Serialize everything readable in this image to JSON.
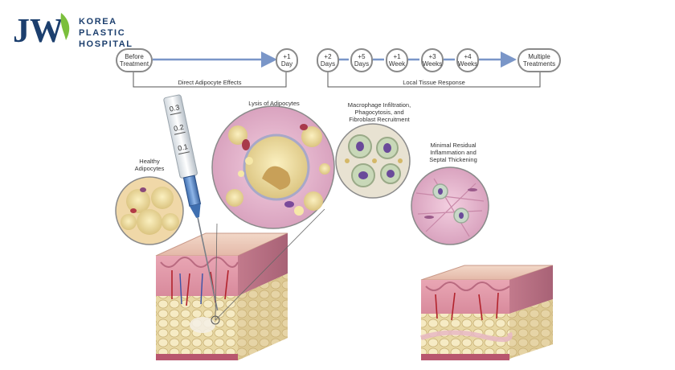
{
  "logo": {
    "monogram": "JW",
    "line1": "KOREA",
    "line2": "PLASTIC",
    "line3": "HOSPITAL",
    "colors": {
      "navy": "#1c3f6e",
      "green": "#7bbf3c"
    }
  },
  "timeline": {
    "nodes": [
      {
        "line1": "Before",
        "line2": "Treatment"
      },
      {
        "line1": "+1",
        "line2": "Day"
      },
      {
        "line1": "+2",
        "line2": "Days"
      },
      {
        "line1": "+5",
        "line2": "Days"
      },
      {
        "line1": "+1",
        "line2": "Week"
      },
      {
        "line1": "+3",
        "line2": "Weeks"
      },
      {
        "line1": "+4",
        "line2": "Weeks"
      },
      {
        "line1": "Multiple",
        "line2": "Treatments"
      }
    ],
    "brackets": {
      "direct": "Direct Adipocyte Effects",
      "local": "Local Tissue Response"
    },
    "arrow_color": "#7a96c8"
  },
  "labels": {
    "healthy": {
      "line1": "Healthy",
      "line2": "Adipocytes"
    },
    "lysis": "Lysis of Adipocytes",
    "macrophage": {
      "line1": "Macrophage Infiltration,",
      "line2": "Phagocytosis, and",
      "line3": "Fibroblast Recruitment"
    },
    "residual": {
      "line1": "Minimal Residual",
      "line2": "Inflammation and",
      "line3": "Septal Thickening"
    }
  },
  "syringe": {
    "mark1": "0.3",
    "mark2": "0.2",
    "mark3": "0.1"
  }
}
